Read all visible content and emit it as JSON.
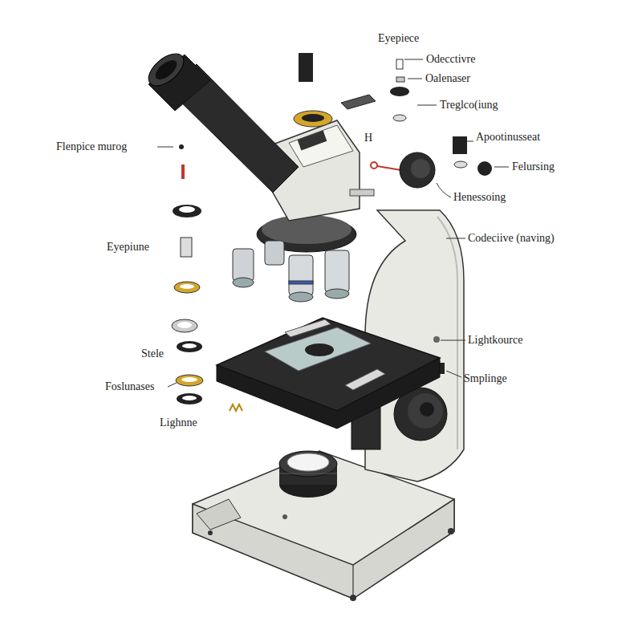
{
  "diagram": {
    "labels": [
      "Eyepiece",
      "Odecctivre",
      "Oalenaser",
      "Treglco(iung",
      "H",
      "Apootinusseat",
      "Felursing",
      "Henessoing",
      "Codeciive (naving)",
      "Lightkource",
      "Smplinge",
      "Flenpice murog",
      "Eyepiune",
      "Stele",
      "Foslunases",
      "Lighnne"
    ]
  }
}
